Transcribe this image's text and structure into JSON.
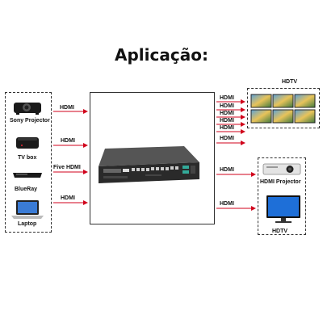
{
  "title": "Aplicação:",
  "sources": {
    "sony_projector": "Sony Projector",
    "tv_box": "TV box",
    "blueray": "BlueRay",
    "laptop": "Laptop"
  },
  "input_links": [
    "HDMI",
    "HDMI",
    "Five HDMI",
    "HDMI"
  ],
  "outputs": {
    "hdtv_wall_title": "HDTV",
    "hdmi_projector": "HDMI Projector",
    "hdtv": "HDTV"
  },
  "wall_links": [
    "HDMI",
    "HDMI",
    "HDMI",
    "HDMI",
    "HDMI",
    "HDMI"
  ],
  "device_links": [
    "HDMI",
    "HDMI"
  ],
  "colors": {
    "arrow": "#d0021b",
    "border": "#333333"
  }
}
